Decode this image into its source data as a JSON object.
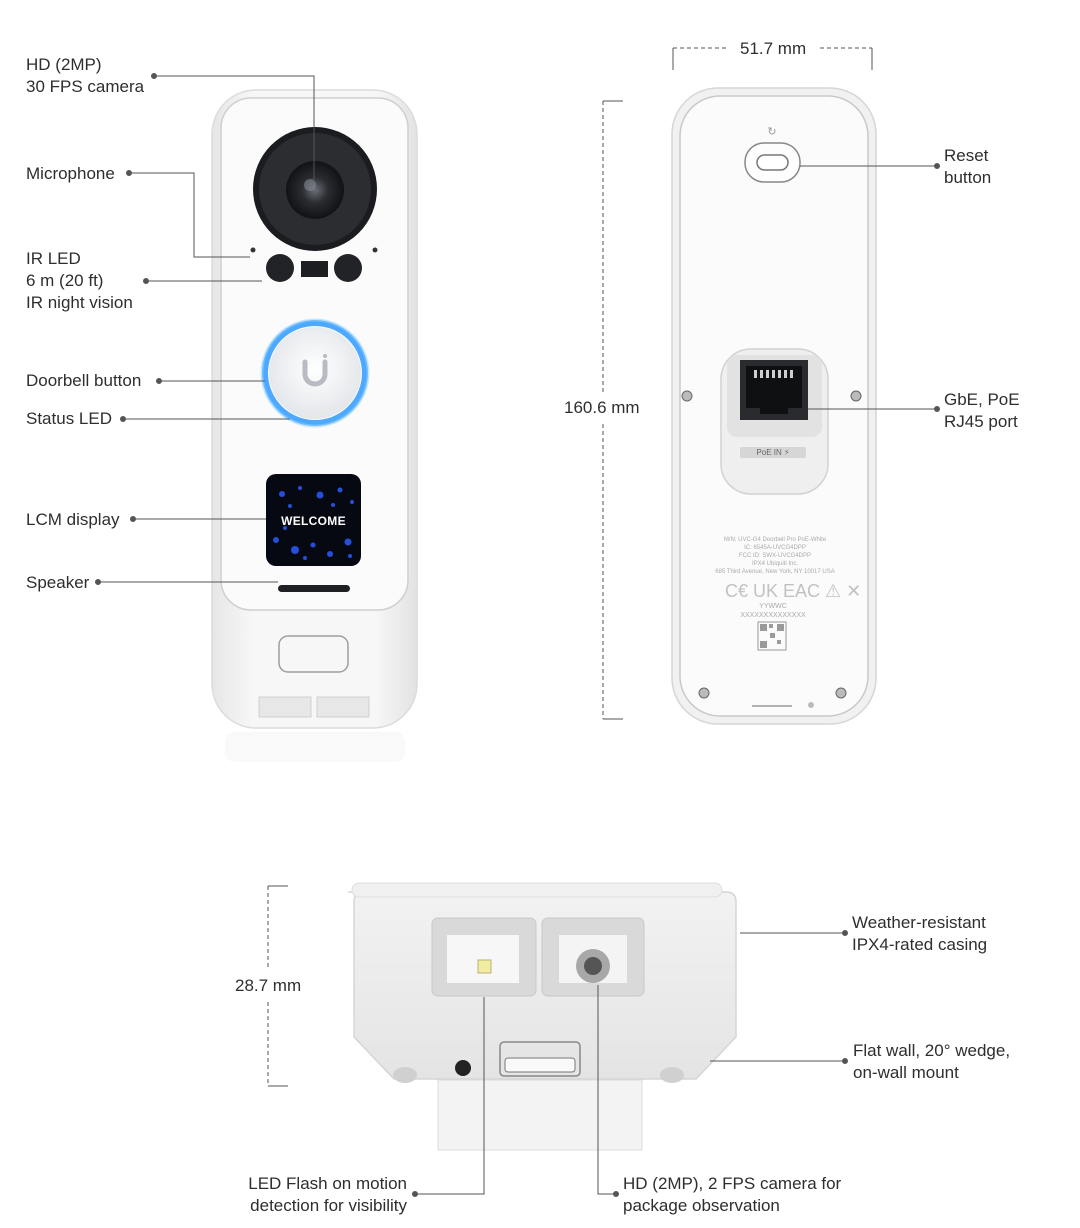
{
  "front": {
    "camera_label": [
      "HD (2MP)",
      "30 FPS camera"
    ],
    "microphone_label": "Microphone",
    "ir_label": [
      "IR LED",
      "6 m (20 ft)",
      "IR night vision"
    ],
    "doorbell_label": "Doorbell button",
    "status_led_label": "Status LED",
    "lcm_label": "LCM display",
    "speaker_label": "Speaker",
    "screen_text": "WELCOME"
  },
  "back": {
    "width_dim": "51.7 mm",
    "height_dim": "160.6 mm",
    "reset_label": [
      "Reset",
      "button"
    ],
    "port_label": [
      "GbE, PoE",
      "RJ45 port"
    ],
    "poe_tag": "PoE IN ⚡",
    "regulatory": [
      "M/N: UVC-G4 Doorbell Pro PoE-White",
      "IC: 6545A-UVCG4DPP",
      "FCC ID: SWX-UVCG4DPP",
      "IPX4   Ubiquiti Inc.",
      "685 Third Avenue, New York, NY 10017 USA"
    ],
    "date_code": "YYWWC",
    "serial": "XXXXXXXXXXXXXX"
  },
  "bottom": {
    "depth_dim": "28.7 mm",
    "casing_label": [
      "Weather-resistant",
      "IPX4-rated casing"
    ],
    "mount_label": [
      "Flat wall, 20° wedge,",
      "on-wall mount"
    ],
    "flash_label": [
      "LED Flash on motion",
      "detection for visibility"
    ],
    "pkg_cam_label": [
      "HD (2MP), 2 FPS camera for",
      "package observation"
    ]
  },
  "colors": {
    "led_ring": "#3aa0ff",
    "leader": "#555555",
    "body": "#f4f4f4"
  }
}
